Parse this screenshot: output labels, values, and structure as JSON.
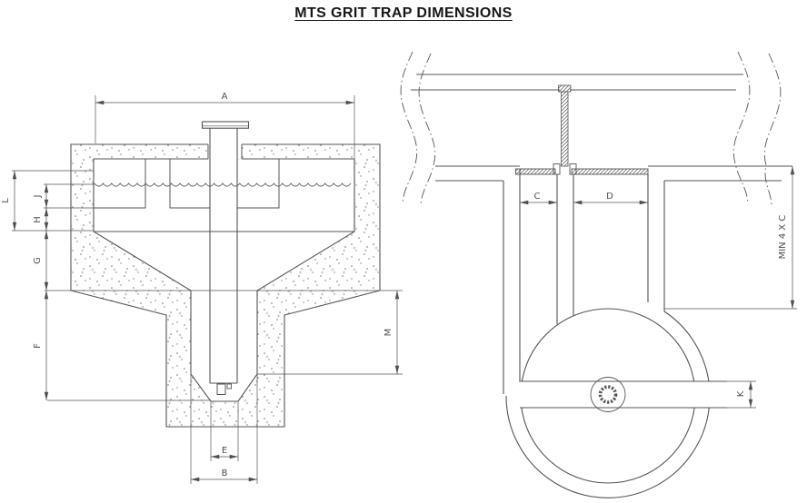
{
  "title": "MTS GRIT TRAP DIMENSIONS",
  "section_view": {
    "dim_labels": {
      "a": "A",
      "l": "L",
      "j": "J",
      "h": "H",
      "g": "G",
      "f": "F",
      "e": "E",
      "b": "B",
      "m": "M"
    }
  },
  "inlet_view": {
    "dim_labels": {
      "c": "C",
      "d": "D",
      "k": "K",
      "min_4xc": "MIN 4 X C"
    }
  }
}
